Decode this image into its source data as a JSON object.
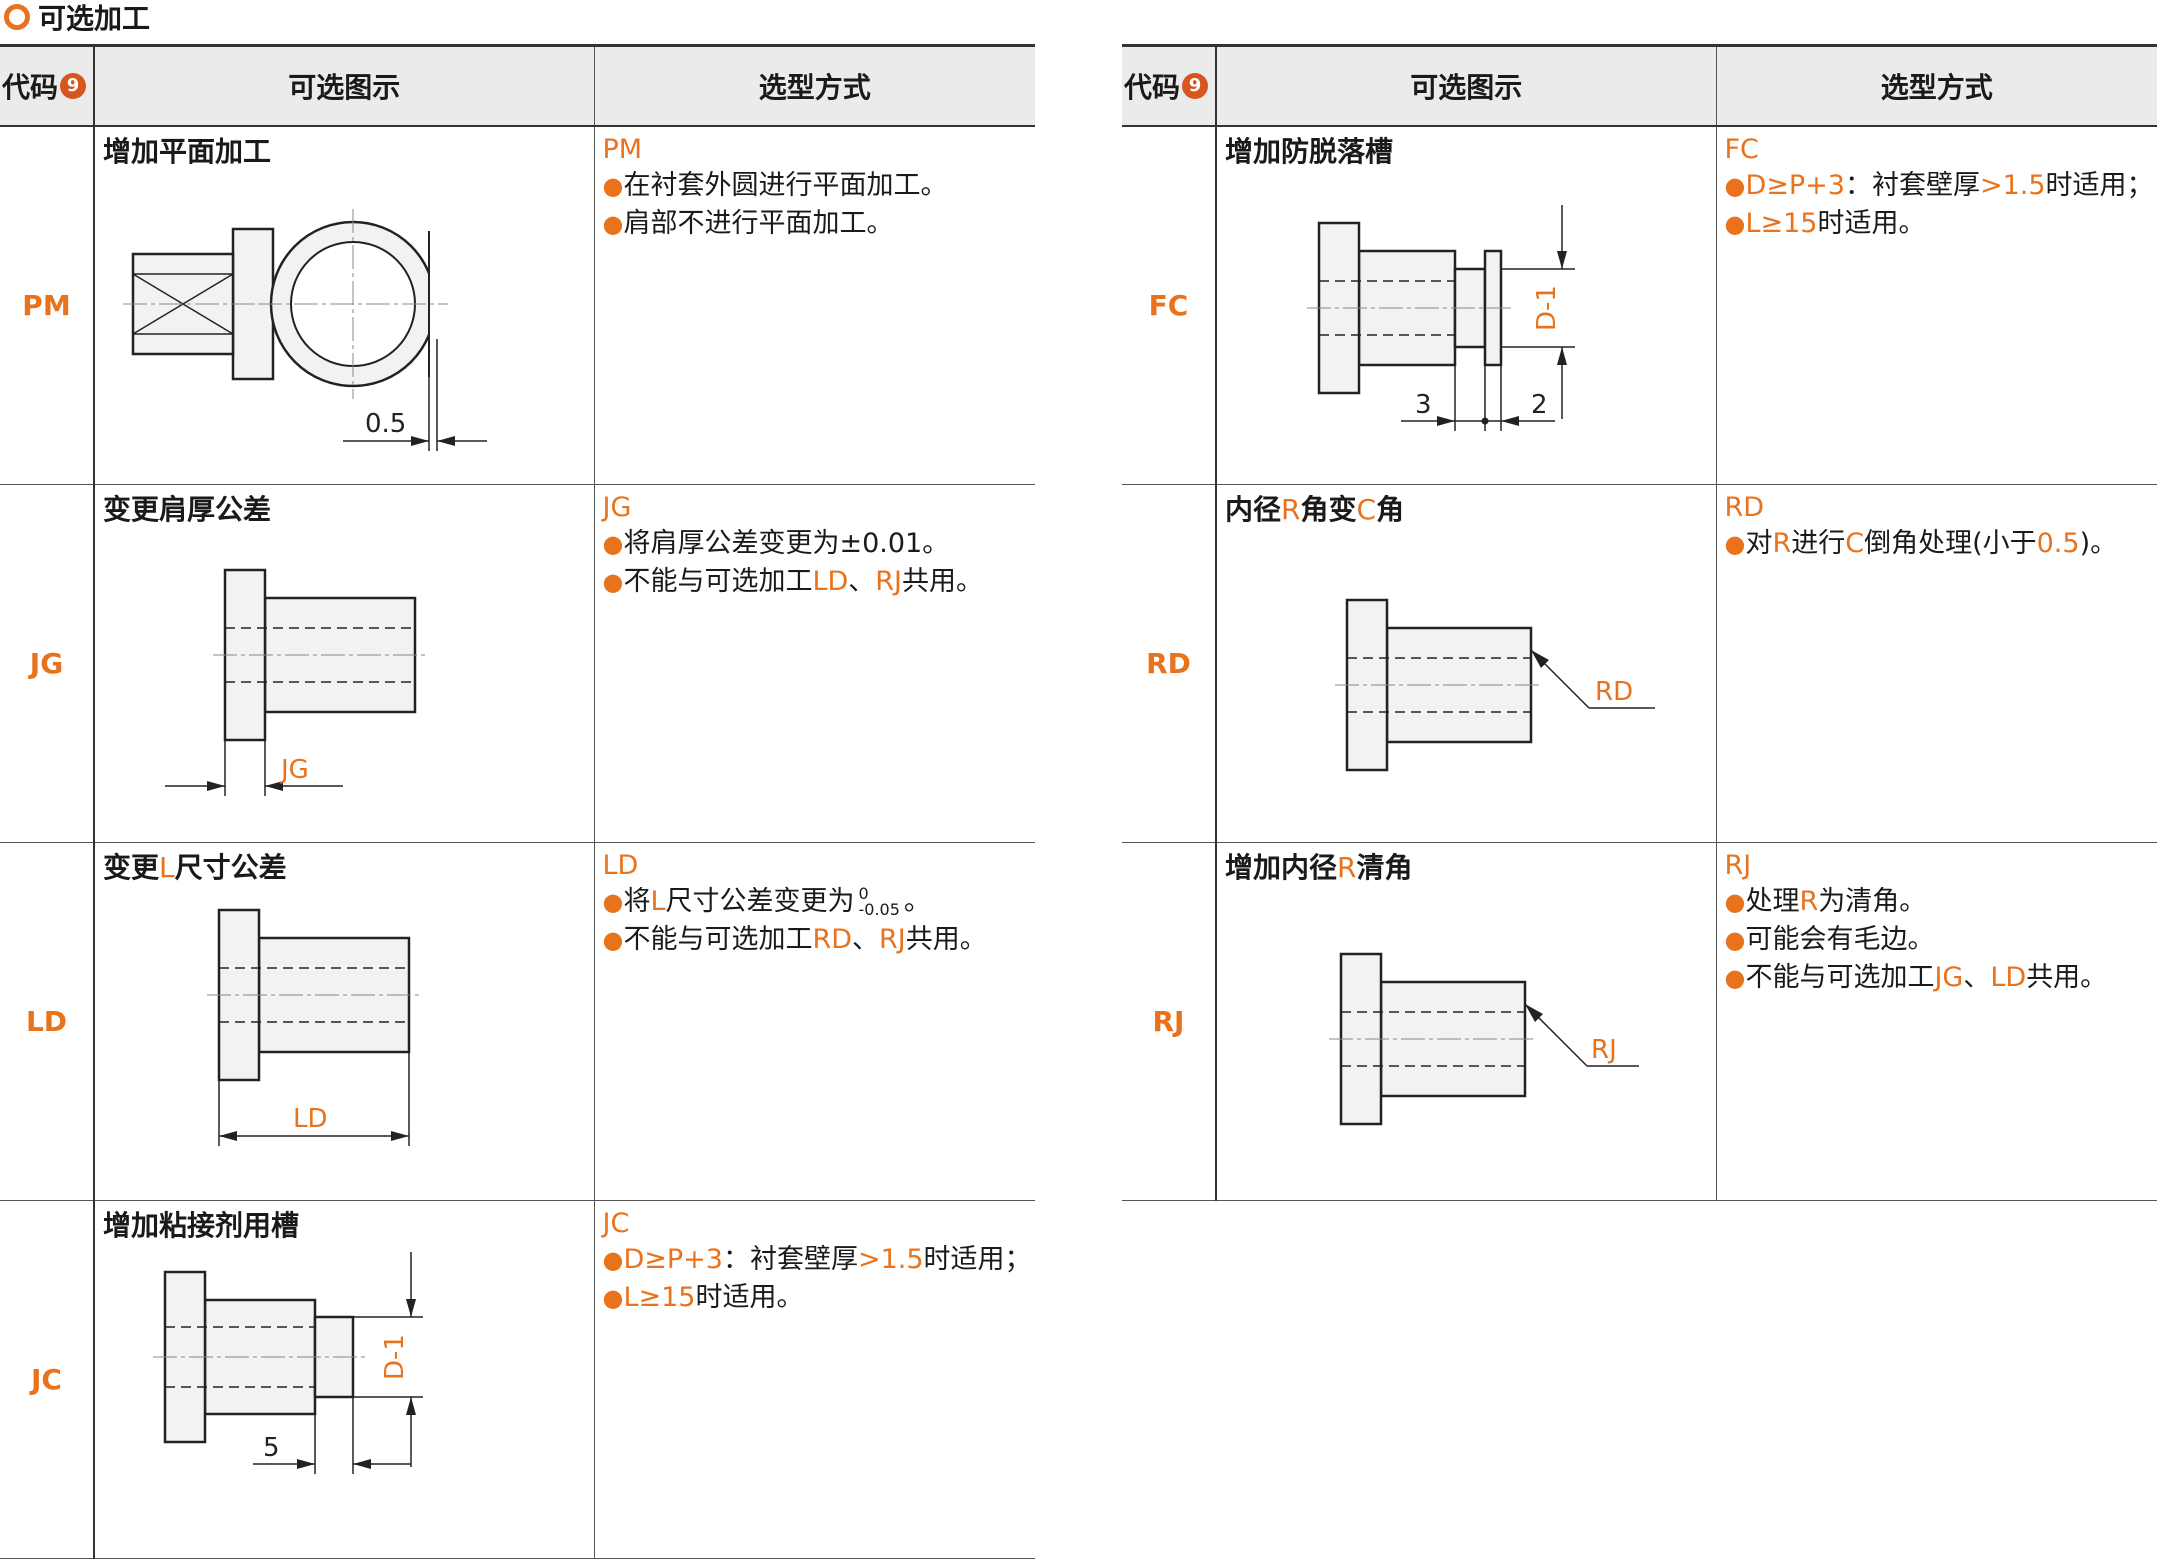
{
  "section_title": "可选加工",
  "headers": {
    "code": "代码",
    "code_badge": "9",
    "figure": "可选图示",
    "selection": "选型方式"
  },
  "left": [
    {
      "code": "PM",
      "name": "增加平面加工",
      "sel_code": "PM",
      "lines": [
        "在衬套外圆进行平面加工。",
        "肩部不进行平面加工。"
      ],
      "dims": [
        "0.5"
      ]
    },
    {
      "code": "JG",
      "name": "变更肩厚公差",
      "sel_code": "JG",
      "lines": [
        "将肩厚公差变更为±0.01。"
      ],
      "line2": {
        "a": "不能与可选加工",
        "b": "LD",
        "c": "、",
        "d": "RJ",
        "e": "共用。"
      },
      "dims": [
        "JG"
      ]
    },
    {
      "code": "LD",
      "name_a": "变更",
      "name_b": "L",
      "name_c": "尺寸公差",
      "sel_code": "LD",
      "line1": {
        "a": "将",
        "b": "L",
        "c": "尺寸公差变更为",
        "tol_up": "0",
        "tol_dn": "-0.05",
        "d": "。"
      },
      "line2": {
        "a": "不能与可选加工",
        "b": "RD",
        "c": "、",
        "d": "RJ",
        "e": "共用。"
      },
      "dims": [
        "LD"
      ]
    },
    {
      "code": "JC",
      "name": "增加粘接剂用槽",
      "sel_code": "JC",
      "line1": {
        "a": "D≥P+3",
        "b": "：衬套壁厚",
        "c": ">1.5",
        "d": "时适用；"
      },
      "line2": {
        "a": "L≥15",
        "b": "时适用。"
      },
      "dims": [
        "D-1",
        "5"
      ]
    }
  ],
  "right": [
    {
      "code": "FC",
      "name": "增加防脱落槽",
      "sel_code": "FC",
      "line1": {
        "a": "D≥P+3",
        "b": "：衬套壁厚",
        "c": ">1.5",
        "d": "时适用；"
      },
      "line2": {
        "a": "L≥15",
        "b": "时适用。"
      },
      "dims": [
        "D-1",
        "3",
        "2"
      ]
    },
    {
      "code": "RD",
      "name_a": "内径",
      "name_b": "R",
      "name_c": "角变",
      "name_d": "C",
      "name_e": "角",
      "sel_code": "RD",
      "line1": {
        "a": "对",
        "b": "R",
        "c": "进行",
        "d": "C",
        "e": "倒角处理(小于",
        "f": "0.5",
        "g": ")。"
      },
      "dims": [
        "RD"
      ]
    },
    {
      "code": "RJ",
      "name_a": "增加内径",
      "name_b": "R",
      "name_c": "清角",
      "sel_code": "RJ",
      "line1": {
        "a": "处理",
        "b": "R",
        "c": "为清角。"
      },
      "line2": "可能会有毛边。",
      "line3": {
        "a": "不能与可选加工",
        "b": "JG",
        "c": "、",
        "d": "LD",
        "e": "共用。"
      },
      "dims": [
        "RJ"
      ]
    }
  ],
  "colors": {
    "accent": "#e8731c",
    "header_bg": "#ebebeb",
    "fill": "#f2f2f2"
  }
}
